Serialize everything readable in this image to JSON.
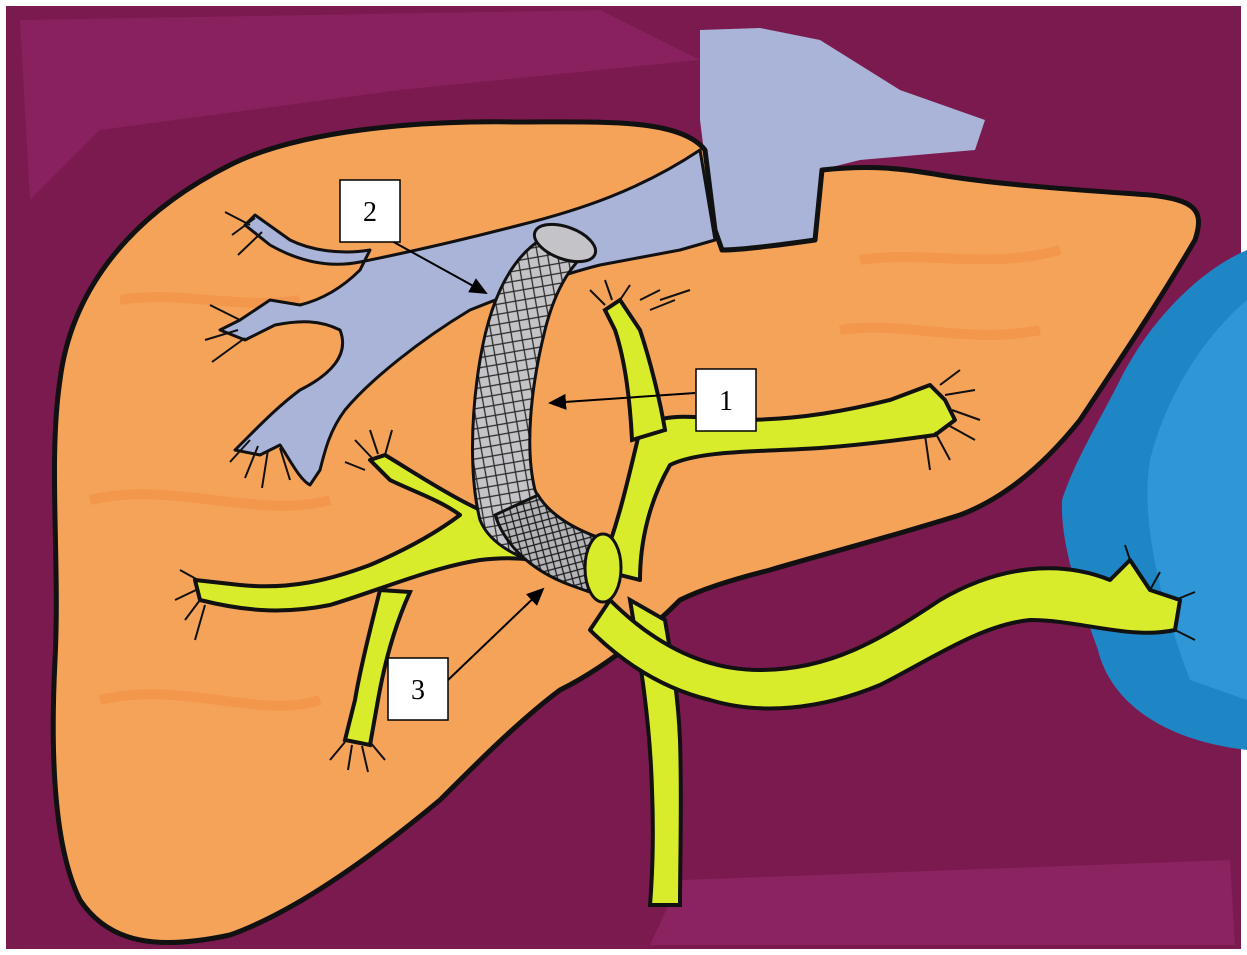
{
  "labels": {
    "callout_1": "1",
    "callout_2": "2",
    "callout_3": "3"
  },
  "colors": {
    "background": "#7a1a4e",
    "background_light": "#9b2a6a",
    "liver": "#f5a35c",
    "liver_shadow": "#ee8a3a",
    "hepatic_vein": "#a9b3d6",
    "bile_duct": "#d8ec2c",
    "bile_duct_edge": "#c2da1e",
    "duodenum": "#1e7fc0",
    "duodenum_light": "#3aa0dc",
    "stent": "#c9c9cc",
    "outline": "#111111"
  }
}
